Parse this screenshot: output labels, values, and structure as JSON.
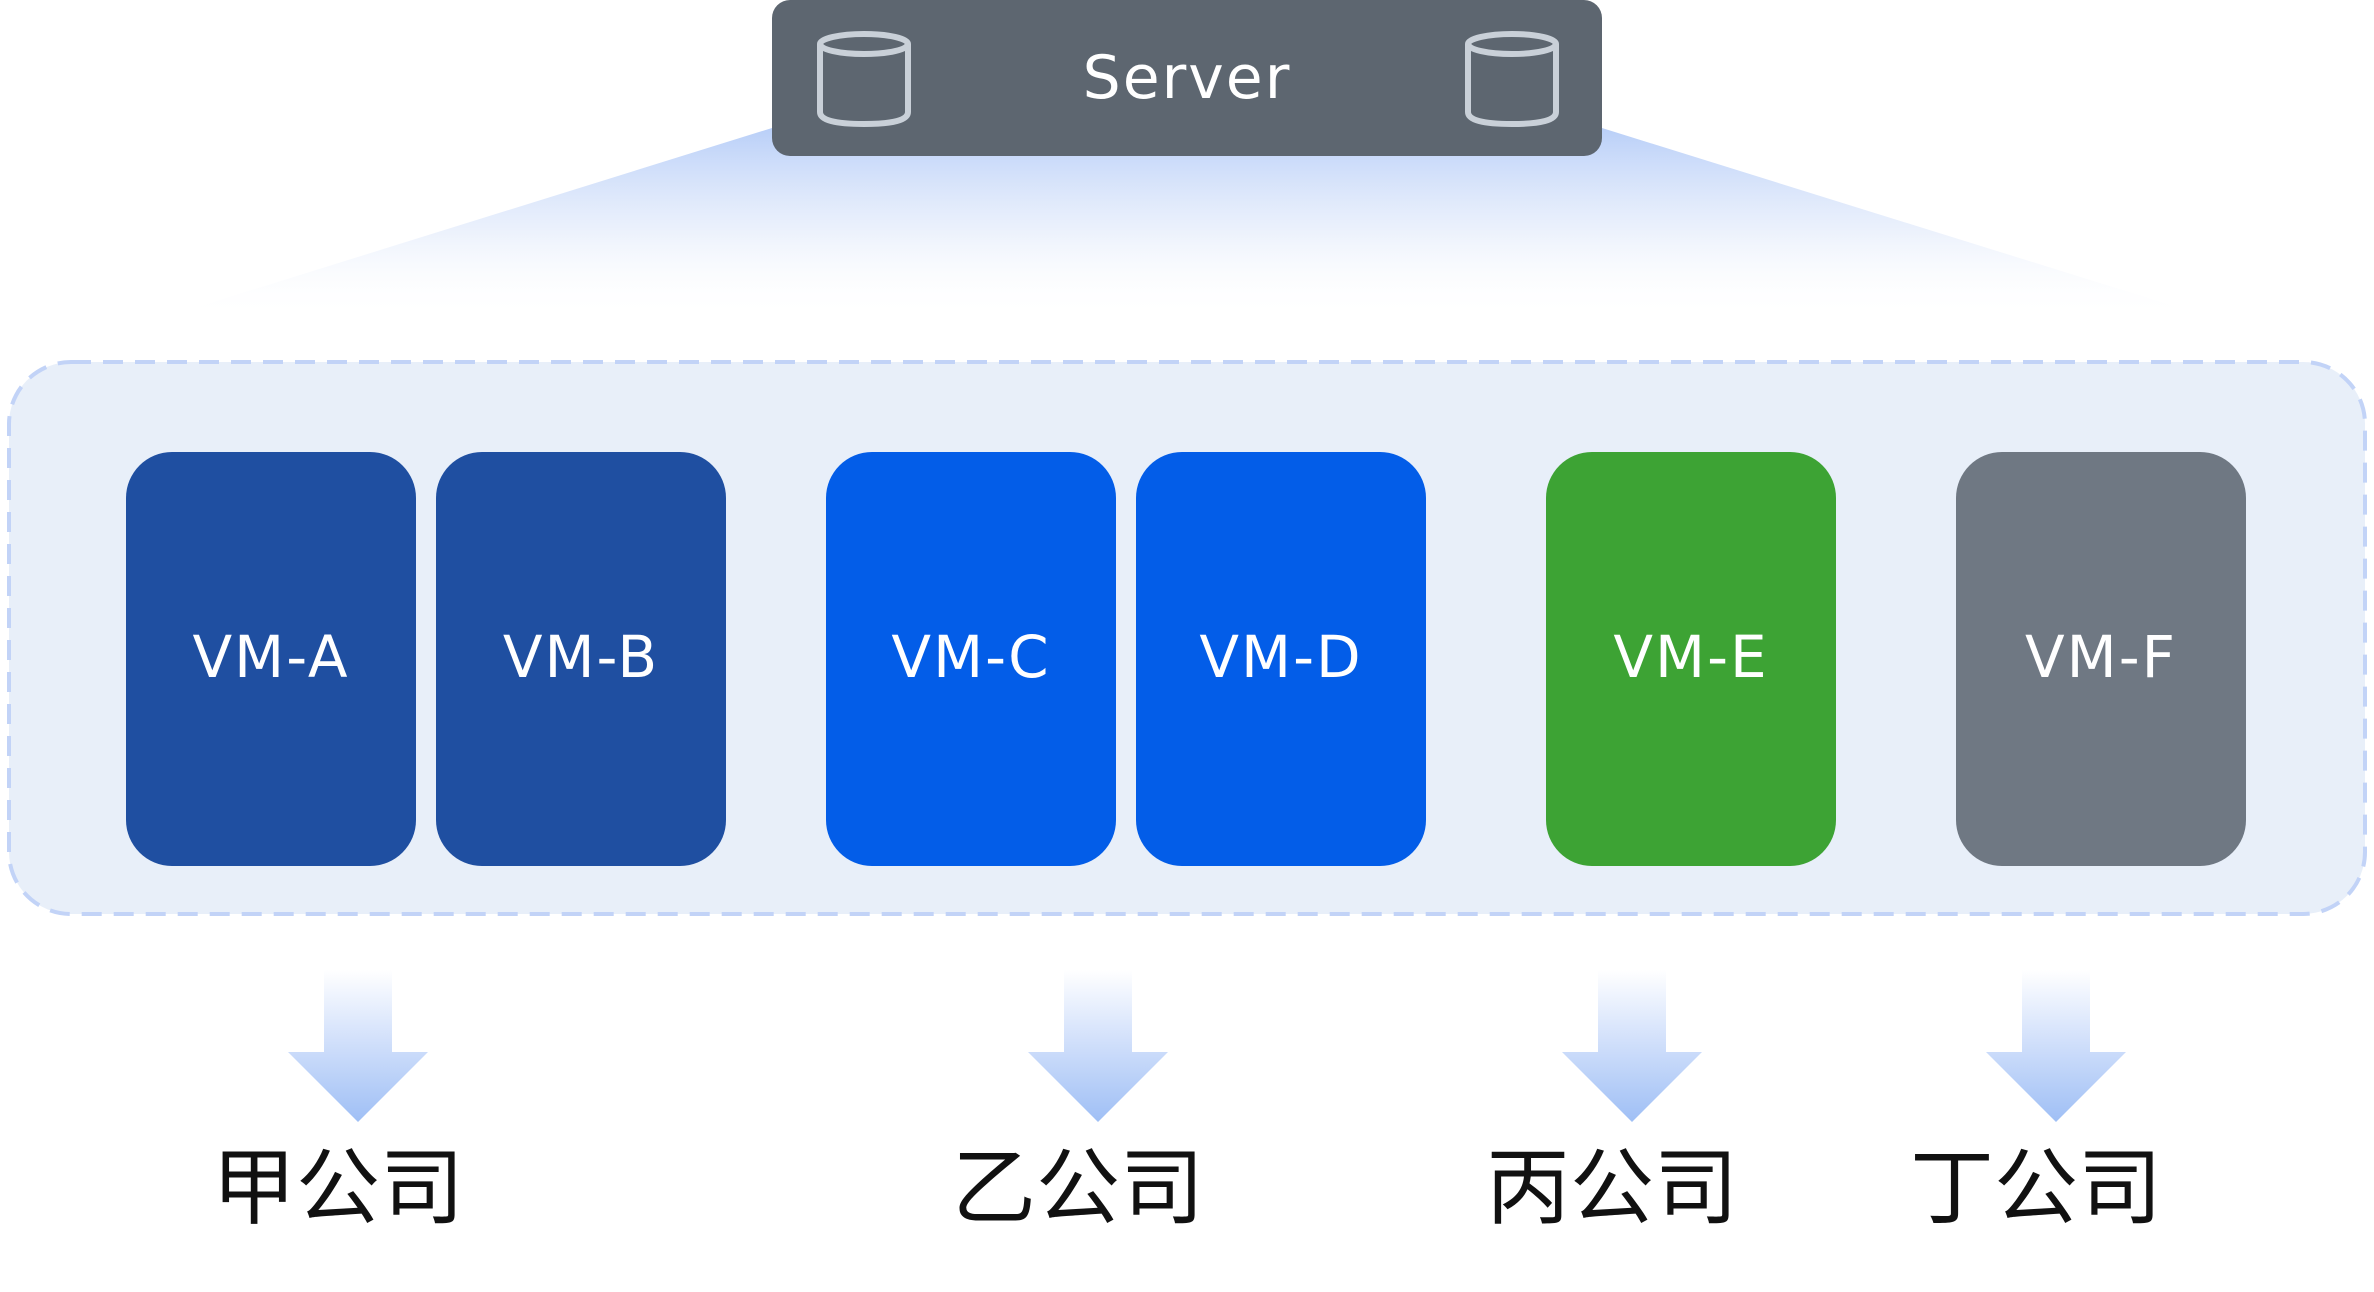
{
  "server": {
    "label": "Server",
    "color": "#5d6670",
    "icons": [
      "database-icon",
      "database-icon"
    ]
  },
  "vms": [
    {
      "label": "VM-A",
      "color": "#1f4fa1"
    },
    {
      "label": "VM-B",
      "color": "#1f4fa1"
    },
    {
      "label": "VM-C",
      "color": "#035de8"
    },
    {
      "label": "VM-D",
      "color": "#035de8"
    },
    {
      "label": "VM-E",
      "color": "#3da334"
    },
    {
      "label": "VM-F",
      "color": "#6f7883"
    }
  ],
  "companies": [
    {
      "label": "甲公司"
    },
    {
      "label": "乙公司"
    },
    {
      "label": "丙公司"
    },
    {
      "label": "丁公司"
    }
  ],
  "colors": {
    "container_fill": "#e8eff9",
    "container_border": "#c2d3f7",
    "arrow_color": "#9fbff5"
  }
}
